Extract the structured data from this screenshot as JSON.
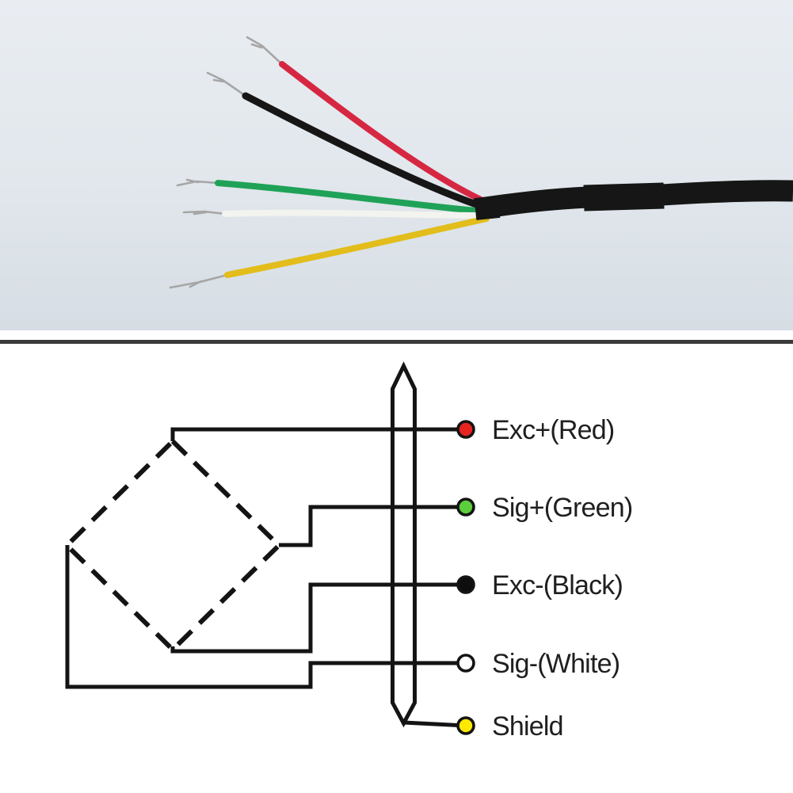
{
  "photo": {
    "description": "stripped 5-wire load cell cable photo",
    "background_top": "#e9edf2",
    "background_mid": "#e1e7ec",
    "background_bottom": "#d6dde4",
    "cable_color": "#161616",
    "wire_tip_color": "#a6a6a6",
    "wires": [
      {
        "name": "red",
        "color": "#d62742"
      },
      {
        "name": "black",
        "color": "#161616"
      },
      {
        "name": "green",
        "color": "#1fa257"
      },
      {
        "name": "white",
        "color": "#f3f3ef"
      },
      {
        "name": "yellow",
        "color": "#e2bd1b"
      }
    ]
  },
  "divider": {
    "color": "#3b3b3b"
  },
  "diagram": {
    "stroke_color": "#141414",
    "rows": [
      {
        "label": "Exc+(Red)",
        "dot_color": "#e82420"
      },
      {
        "label": "Sig+(Green)",
        "dot_color": "#5bce3b"
      },
      {
        "label": "Exc-(Black)",
        "dot_color": "#0e0e0e"
      },
      {
        "label": "Sig-(White)",
        "dot_color": "#ffffff"
      },
      {
        "label": "Shield",
        "dot_color": "#ffe900"
      }
    ]
  }
}
